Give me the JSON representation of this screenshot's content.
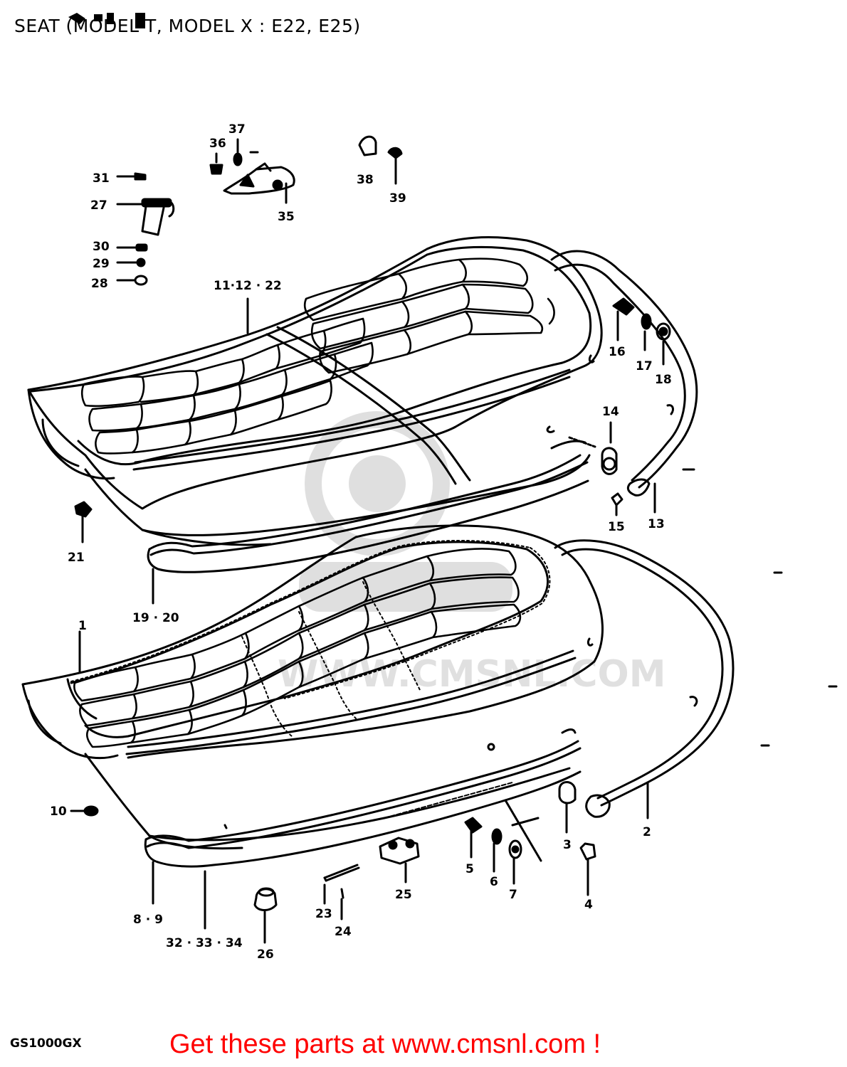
{
  "title": "SEAT (MODEL T, MODEL X : E22, E25)",
  "model_code": "GS1000GX",
  "footer": {
    "link_text": "Get these parts at www.cmsnl.com !",
    "color": "#ff0000"
  },
  "watermark": "WWW.CMSNL.COM",
  "part_labels": {
    "l1": "1",
    "l2": "2",
    "l3": "3",
    "l4": "4",
    "l5": "5",
    "l6": "6",
    "l7": "7",
    "l8_9": "8 · 9",
    "l10": "10",
    "l11_12_22": "11·12 · 22",
    "l13": "13",
    "l14": "14",
    "l15": "15",
    "l16": "16",
    "l17": "17",
    "l18": "18",
    "l19_20": "19 · 20",
    "l21": "21",
    "l23": "23",
    "l24": "24",
    "l25": "25",
    "l26": "26",
    "l27": "27",
    "l28": "28",
    "l29": "29",
    "l30": "30",
    "l31": "31",
    "l32_33_34": "32 · 33 · 34",
    "l35": "35",
    "l36": "36",
    "l37": "37",
    "l38": "38",
    "l39": "39"
  }
}
